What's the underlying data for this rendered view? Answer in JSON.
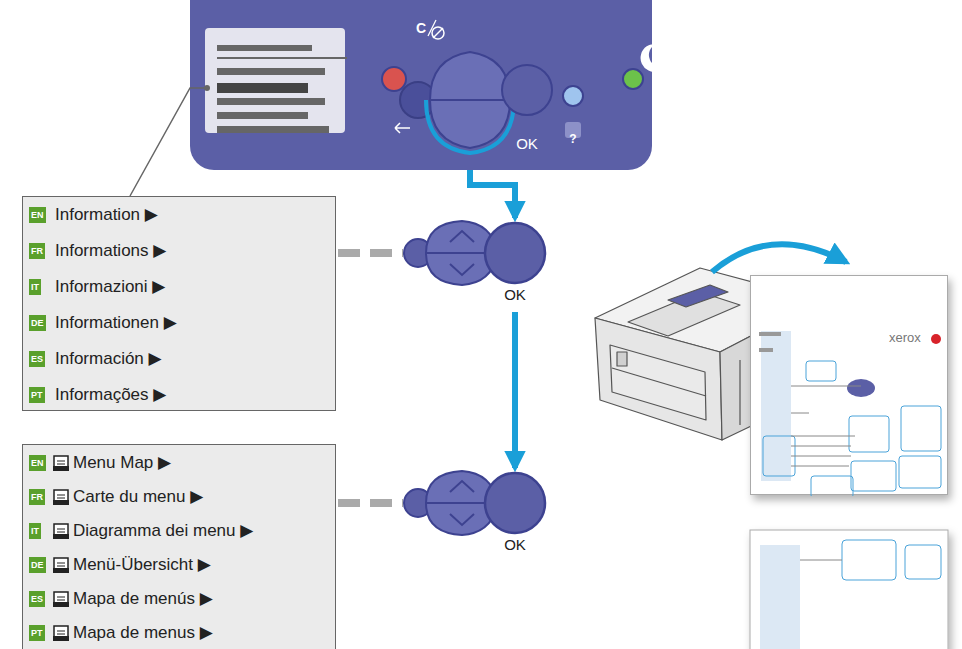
{
  "diagram": {
    "nodes": [
      {
        "text": [
          "OK"
        ]
      },
      {
        "text": [
          "EN",
          "Information ▶",
          "FR",
          "Informations ▶",
          "IT",
          "Informazioni ▶",
          "DE",
          "Informationen ▶",
          "ES",
          "Información ▶",
          "PT",
          "Informações ▶"
        ]
      },
      {
        "text": [
          "OK"
        ]
      },
      {
        "text": [
          "EN",
          "Menu Map ▶",
          "FR",
          "Carte du menu ▶",
          "IT",
          "Diagramma dei menu ▶",
          "DE",
          "Menü-Übersicht ▶",
          "ES",
          "Mapa de menús ▶",
          "PT",
          "Mapa de menus ▶"
        ]
      },
      {
        "text": [
          "OK"
        ]
      },
      {
        "text": [
          "xerox"
        ]
      }
    ],
    "edges": [
      {
        "from": 0,
        "to": 2,
        "arrow": "to"
      },
      {
        "from": 1,
        "to": 2,
        "arrow": "none"
      },
      {
        "from": 2,
        "to": 4,
        "arrow": "to"
      },
      {
        "from": 3,
        "to": 4,
        "arrow": "none"
      }
    ],
    "labels": [
      "C",
      "?"
    ]
  }
}
